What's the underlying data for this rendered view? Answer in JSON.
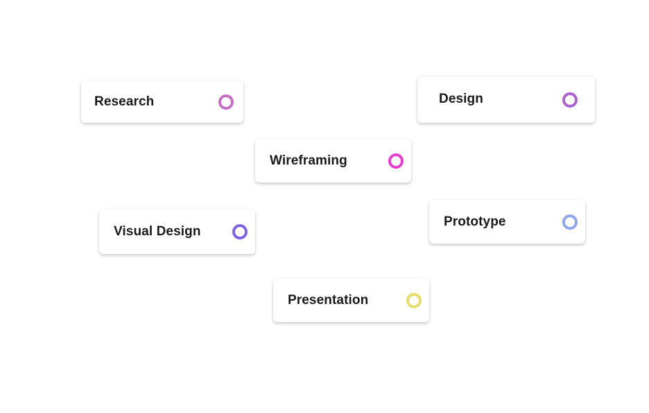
{
  "chips": [
    {
      "label": "Research",
      "ring_color": "#c46fc4"
    },
    {
      "label": "Design",
      "ring_color": "#a963cf"
    },
    {
      "label": "Wireframing",
      "ring_color": "#e33fce"
    },
    {
      "label": "Visual Design",
      "ring_color": "#7d62e3"
    },
    {
      "label": "Prototype",
      "ring_color": "#8ea7ec"
    },
    {
      "label": "Presentation",
      "ring_color": "#e6de6c"
    }
  ]
}
